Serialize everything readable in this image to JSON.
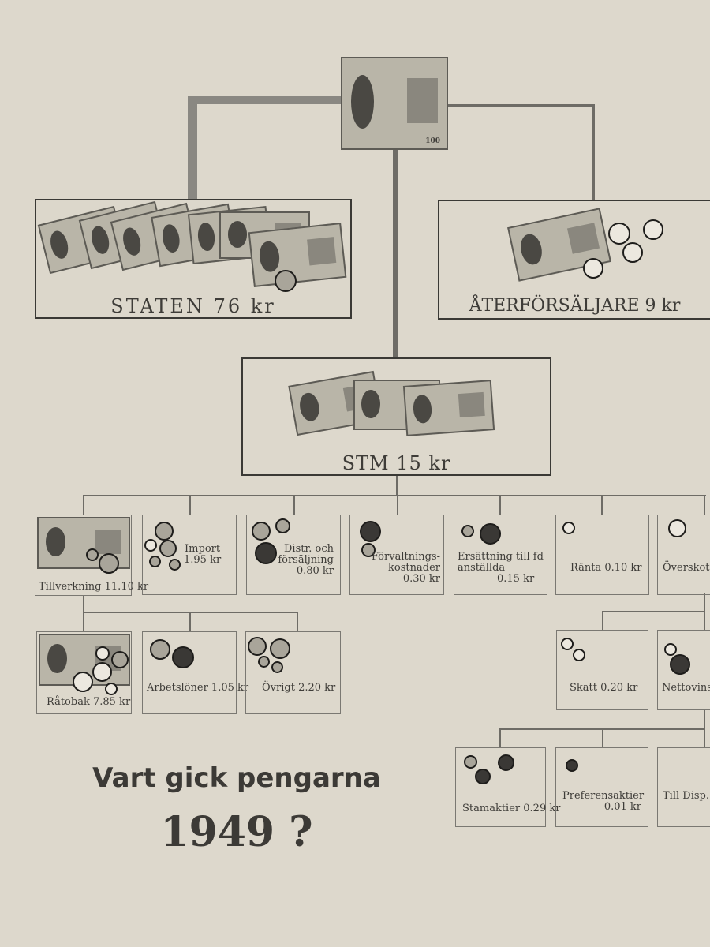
{
  "top_note": {
    "icon": "banknote-100-icon",
    "text": "100"
  },
  "staten": {
    "label": "STATEN 76 kr"
  },
  "aterforsaljare": {
    "label": "ÅTERFÖRSÄLJARE 9 kr"
  },
  "stm": {
    "label": "STM 15 kr"
  },
  "row1": [
    {
      "label": "Tillverkning",
      "value": "11.10 kr"
    },
    {
      "label": "Import",
      "value": "1.95 kr"
    },
    {
      "label": "Distr. och försäljning",
      "value": "0.80 kr"
    },
    {
      "label": "Förvaltnings-kostnader",
      "value": "0.30 kr"
    },
    {
      "label": "Ersättning till fd anställda",
      "value": "0.15 kr"
    },
    {
      "label": "Ränta",
      "value": "0.10 kr"
    },
    {
      "label": "Överskott",
      "value": ""
    }
  ],
  "row2": [
    {
      "label": "Råtobak",
      "value": "7.85 kr"
    },
    {
      "label": "Arbetslöner",
      "value": "1.05 kr"
    },
    {
      "label": "Övrigt",
      "value": "2.20 kr"
    }
  ],
  "right2": [
    {
      "label": "Skatt",
      "value": "0.20 kr"
    },
    {
      "label": "Nettovinst",
      "value": ""
    }
  ],
  "row3": [
    {
      "label": "Stamaktier",
      "value": "0.29 kr"
    },
    {
      "label": "Preferensaktier",
      "value": "0.01 kr"
    },
    {
      "label": "Till Disp.",
      "value": ""
    }
  ],
  "title": {
    "line1": "Vart gick pengarna",
    "line2": "1949 ?"
  }
}
